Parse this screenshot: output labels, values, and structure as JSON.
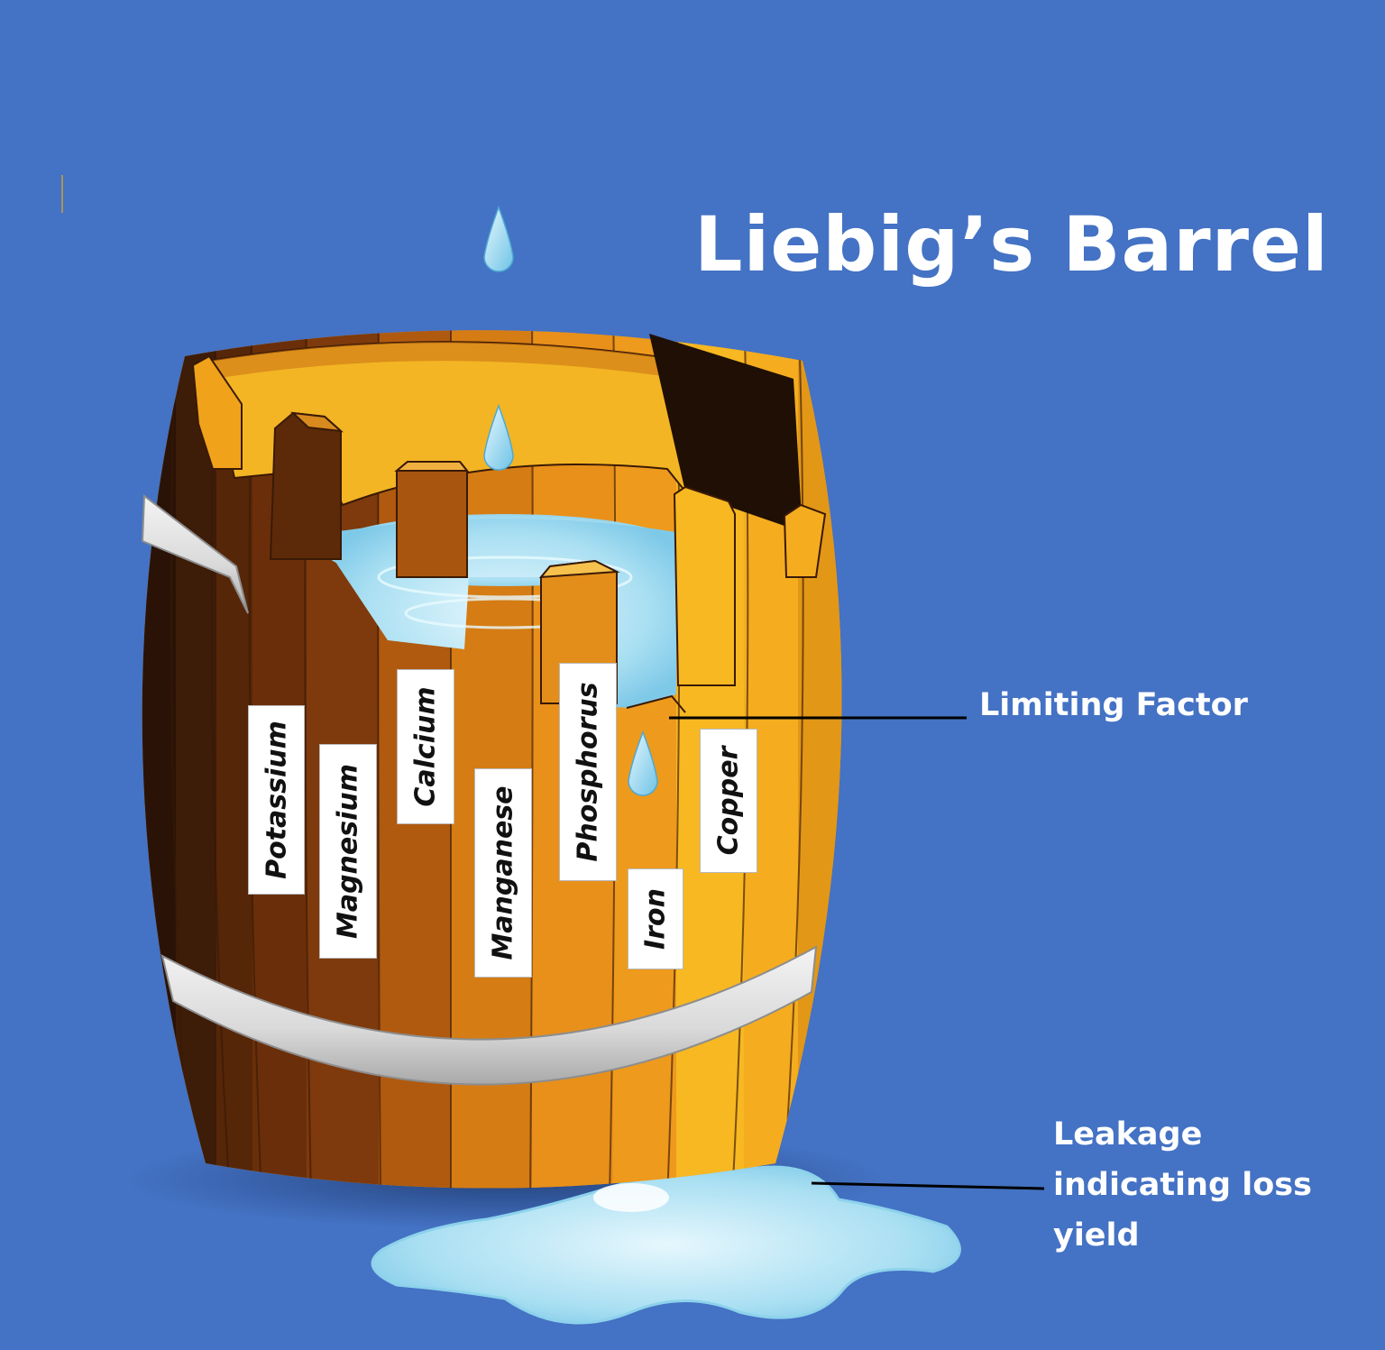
{
  "title": "Liebig’s Barrel",
  "nutrients": [
    {
      "name": "Potassium"
    },
    {
      "name": "Magnesium"
    },
    {
      "name": "Calcium"
    },
    {
      "name": "Manganese"
    },
    {
      "name": "Phosphorus"
    },
    {
      "name": "Iron"
    },
    {
      "name": "Copper"
    }
  ],
  "callouts": {
    "limiting_factor": "Limiting Factor",
    "leakage": "Leakage indicating loss yield"
  },
  "colors": {
    "background": "#4472c4",
    "water": "#a9dff2",
    "band": "#e1e1e1",
    "wood_dark": "#6a2f0a",
    "wood_light": "#f7b822"
  }
}
